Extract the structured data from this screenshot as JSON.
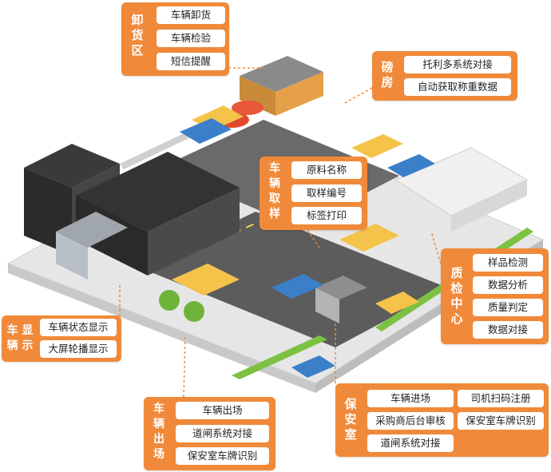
{
  "colors": {
    "accent": "#f08a3a",
    "ground": "#e7e7e7",
    "road": "#5b5b5b",
    "grass": "#7cc142",
    "wall": "#d9d9d9",
    "truck_orange": "#f5c24a",
    "truck_blue": "#3b7fc9"
  },
  "callouts": {
    "unloading": {
      "title": "卸\n货\n区",
      "items": [
        "车辆卸货",
        "车辆检验",
        "短信提醒"
      ]
    },
    "weighbridge": {
      "title": "磅\n房",
      "items": [
        "托利多系统对接",
        "自动获取称重数据"
      ]
    },
    "sampling": {
      "title": "车\n辆\n取\n样",
      "items": [
        "原料名称",
        "取样编号",
        "标签打印"
      ]
    },
    "quality": {
      "title": "质\n检\n中\n心",
      "items": [
        "样品检测",
        "数据分析",
        "质量判定",
        "数据对接"
      ]
    },
    "display": {
      "title": "车 显\n辆 示",
      "items": [
        "车辆状态显示",
        "大屏轮播显示"
      ]
    },
    "exit": {
      "title": "车\n辆\n出\n场",
      "items": [
        "车辆出场",
        "道闸系统对接",
        "保安室车牌识别"
      ]
    },
    "security": {
      "title": "保\n安\n室",
      "items": [
        "车辆进场",
        "司机扫码注册",
        "采购商后台审核",
        "保安室车牌识别",
        "道闸系统对接"
      ]
    }
  }
}
